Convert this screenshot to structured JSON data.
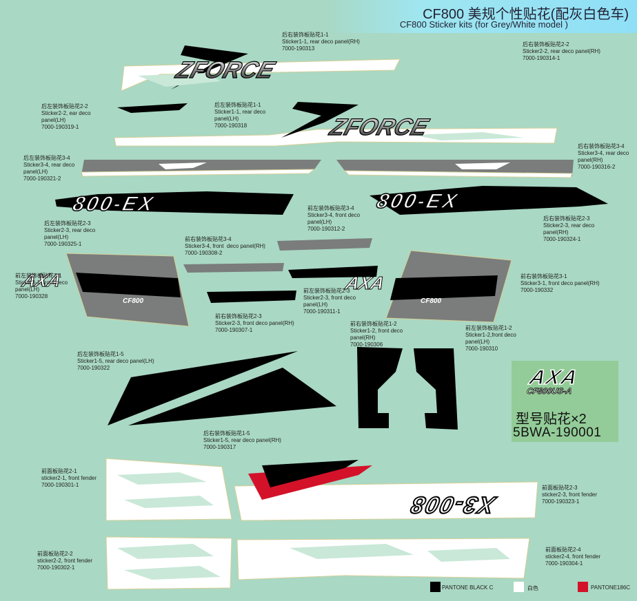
{
  "header": {
    "title_cn": "CF800  美规个性贴花(配灰白色车)",
    "title_en": "CF800 Sticker kits (for Grey/White model )"
  },
  "brand": {
    "zforce": "ZFORCE",
    "model_800ex": "800-EX",
    "axa": "AXA",
    "cf800": "CF800",
    "x3_800": "X3-008"
  },
  "labels": [
    {
      "id": "190313",
      "cn": "后右装饰板贴花1-1",
      "en": "Sticker1-1, rear deco panel(RH)",
      "no": "7000-190313"
    },
    {
      "id": "190314",
      "cn": "后右装饰板贴花2-2",
      "en": "Sticker2-2, rear deco panel(RH)",
      "no": "7000-190314-1"
    },
    {
      "id": "190319",
      "cn": "后左装饰板贴花2-2",
      "en": "Sticker2-2, ear deco\npanel(LH)",
      "no": "7000-190319-1"
    },
    {
      "id": "190318",
      "cn": "后左装饰板贴花1-1",
      "en": "Sticker1-1, rear deco\npanel(LH)",
      "no": "7000-190318"
    },
    {
      "id": "190321",
      "cn": "后左装饰板贴花3-4",
      "en": "Sticker3-4, rear deco\npanel(LH)",
      "no": "7000-190321-2"
    },
    {
      "id": "190316",
      "cn": "后右装饰板贴花3-4",
      "en": "Sticker3-4, rear deco\npanel(RH)",
      "no": "7000-190316-2"
    },
    {
      "id": "190325",
      "cn": "后左装饰板贴花2-3",
      "en": "Sticker2-3, rear deco\npanel(LH)",
      "no": "7000-190325-1"
    },
    {
      "id": "190312",
      "cn": "前左装饰板贴花3-4",
      "en": "Sticker3-4, front deco\npanel(LH)",
      "no": "7000-190312-2"
    },
    {
      "id": "190324",
      "cn": "后右装饰板贴花2-3",
      "en": "Sticker2-3, rear deco\npanel(RH)",
      "no": "7000-190324-1"
    },
    {
      "id": "190308",
      "cn": "前右装饰板贴花3-4",
      "en": "Sticker3-4, front  deco panel(RH)",
      "no": "7000-190308-2"
    },
    {
      "id": "190328",
      "cn": "前左装饰板贴花3-1",
      "en": "Sticker3-1, front deco\npanel(LH)",
      "no": "7000-190328"
    },
    {
      "id": "190332",
      "cn": "前右装饰板贴花3-1",
      "en": "Sticker3-1, front deco panel(RH)",
      "no": "7000-190332"
    },
    {
      "id": "190311",
      "cn": "前左装饰板贴花2-3",
      "en": "Sticker2-3, front deco\npanel(LH)",
      "no": "7000-190311-1"
    },
    {
      "id": "190307",
      "cn": "前右装饰板贴花2-3",
      "en": "Sticker2-3, front deco panel(RH)",
      "no": "7000-190307-1"
    },
    {
      "id": "190306",
      "cn": "前右装饰板贴花1-2",
      "en": "Sticker1-2, front deco\npanel(RH)",
      "no": "7000-190306"
    },
    {
      "id": "190310",
      "cn": "前左装饰板贴花1-2",
      "en": "Sticker1-2,front deco\npanel(LH)",
      "no": "7000-190310"
    },
    {
      "id": "190322",
      "cn": "后左装饰板贴花1-5",
      "en": "Sticker1-5, rear deco panel(LH)",
      "no": "7000-190322"
    },
    {
      "id": "190317",
      "cn": "后右装饰板贴花1-5",
      "en": "Sticker1-5, rear deco panel(RH)",
      "no": "7000-190317"
    },
    {
      "id": "190301",
      "cn": "前面板贴花2-1",
      "en": "sticker2-1, front fender",
      "no": "7000-190301-1"
    },
    {
      "id": "190323",
      "cn": "前面板贴花2-3",
      "en": "sticker2-3, front fender",
      "no": "7000-190323-1"
    },
    {
      "id": "190302",
      "cn": "前面板贴花2-2",
      "en": "sticker2-2, front fender",
      "no": "7000-190302-1"
    },
    {
      "id": "190304",
      "cn": "前面板贴花2-4",
      "en": "sticker2-4, front fender",
      "no": "7000-190304-1"
    }
  ],
  "model_sticker": {
    "logo": "AXA",
    "sub": "CF800US-A",
    "label_cn": "型号贴花×2",
    "part_no": "5BWA-190001"
  },
  "legend": [
    {
      "label": "PANTONE BLACK  C",
      "color": "#000000"
    },
    {
      "label": "白色",
      "color": "#ffffff"
    },
    {
      "label": "PANTONE186C",
      "color": "#d3122a"
    }
  ],
  "colors": {
    "background": "#a9d8c4",
    "black": "#000000",
    "white": "#ffffff",
    "red": "#d3122a",
    "grey": "#7a7d7c",
    "model_box": "#93cc98"
  }
}
